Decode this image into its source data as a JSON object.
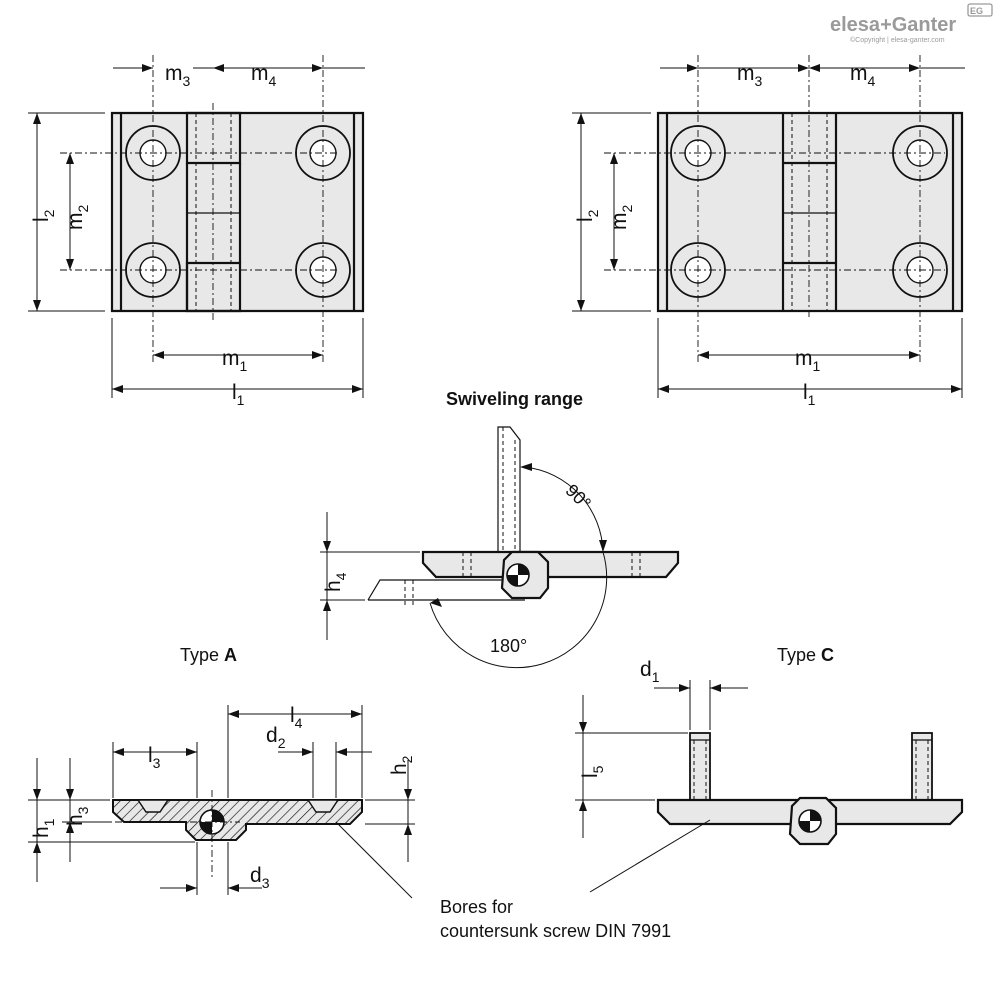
{
  "brand": {
    "name_part1": "elesa",
    "name_part2": "+Ganter",
    "badge": "EG",
    "copyright": "©Copyright | elesa-ganter.com",
    "color": "#9a9a9a"
  },
  "dimensions": {
    "l1": {
      "main": "l",
      "sub": "1"
    },
    "l2": {
      "main": "l",
      "sub": "2"
    },
    "l3": {
      "main": "l",
      "sub": "3"
    },
    "l4": {
      "main": "l",
      "sub": "4"
    },
    "l5": {
      "main": "l",
      "sub": "5"
    },
    "m1": {
      "main": "m",
      "sub": "1"
    },
    "m2": {
      "main": "m",
      "sub": "2"
    },
    "m3": {
      "main": "m",
      "sub": "3"
    },
    "m4": {
      "main": "m",
      "sub": "4"
    },
    "h1": {
      "main": "h",
      "sub": "1"
    },
    "h2": {
      "main": "h",
      "sub": "2"
    },
    "h3": {
      "main": "h",
      "sub": "3"
    },
    "h4": {
      "main": "h",
      "sub": "4"
    },
    "d1": {
      "main": "d",
      "sub": "1"
    },
    "d2": {
      "main": "d",
      "sub": "2"
    },
    "d3": {
      "main": "d",
      "sub": "3"
    }
  },
  "swivel": {
    "title": "Swiveling range",
    "angle_small": "90°",
    "angle_large": "180°"
  },
  "types": {
    "a_prefix": "Type ",
    "a_letter": "A",
    "c_prefix": "Type ",
    "c_letter": "C"
  },
  "note": {
    "line1": "Bores for",
    "line2": "countersunk screw DIN 7991"
  },
  "colors": {
    "part_fill": "#e8e8e8",
    "line": "#111111"
  }
}
